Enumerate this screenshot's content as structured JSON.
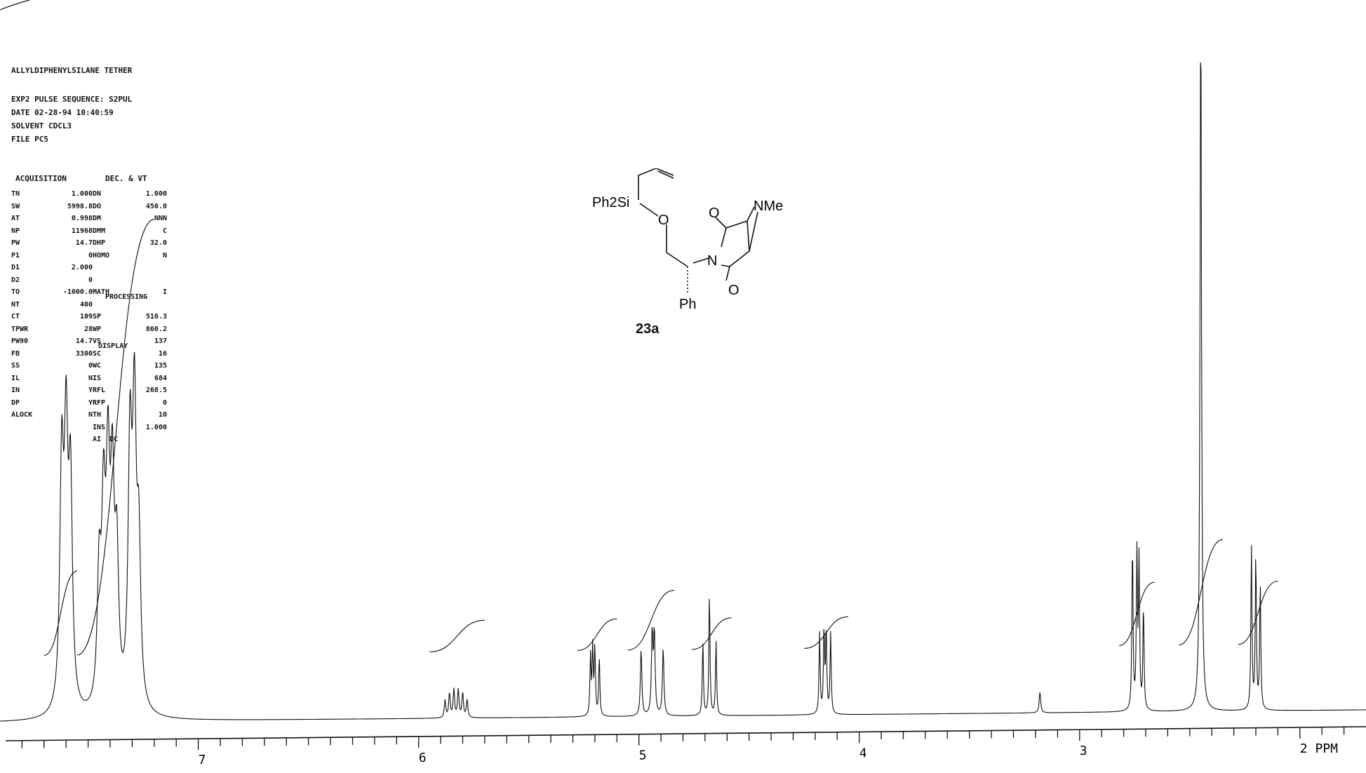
{
  "header": {
    "title": "ALLYLDIPHENYLSILANE TETHER",
    "exp_line": "EXP2  PULSE SEQUENCE: S2PUL",
    "date_line": "DATE  02-28-94    10:40:59",
    "solvent_line": "SOLVENT  CDCL3",
    "file_line": "FILE     PC5"
  },
  "params": {
    "acq_title": "ACQUISITION",
    "dec_title": "DEC. & VT",
    "processing_title": "PROCESSING",
    "display_title": "DISPLAY",
    "left_labels": [
      "TN",
      "SW",
      "AT",
      "NP",
      "PW",
      "P1",
      "D1",
      "D2",
      "TO",
      "NT",
      "CT",
      "TPWR",
      "PW90",
      "FB",
      "SS",
      "IL",
      "IN",
      "DP",
      "ALOCK"
    ],
    "left_values": [
      "1.000",
      "5998.8",
      "0.998",
      "11968",
      "14.7",
      "0",
      "2.000",
      "0",
      "-1000.0",
      "400",
      "109",
      "28",
      "14.7",
      "3300",
      "0",
      "N",
      "Y",
      "Y",
      "N"
    ],
    "right_labels": [
      "DN",
      "DO",
      "DM",
      "DMM",
      "DHP",
      "HOMO",
      "",
      "",
      "MATH",
      "",
      "SP",
      "WP",
      "VS",
      "SC",
      "WC",
      "IS",
      "RFL",
      "RFP",
      "TH",
      "INS",
      "AI  DC"
    ],
    "right_values": [
      "1.000",
      "450.0",
      "NNN",
      "C",
      "32.0",
      "N",
      "",
      "",
      "I",
      "",
      "516.3",
      "860.2",
      "137",
      "16",
      "135",
      "684",
      "268.5",
      "0",
      "10",
      "1.000",
      ""
    ]
  },
  "structure": {
    "ph2si": "Ph2Si",
    "o": "O",
    "nme": "NMe",
    "n": "N",
    "ph": "Ph",
    "o_top": "O",
    "o_bottom": "O",
    "label": "23a"
  },
  "chart_data": {
    "type": "line",
    "title": "",
    "xlabel": "PPM",
    "ylabel": "",
    "x_reversed": true,
    "xlim": [
      7.9,
      1.7
    ],
    "ticks": [
      7,
      6,
      5,
      4,
      3,
      2
    ],
    "tick_labels": [
      "7",
      "6",
      "5",
      "4",
      "3",
      "2 PPM"
    ],
    "peaks": [
      {
        "ppm": 7.62,
        "height": 0.34,
        "width": 0.01
      },
      {
        "ppm": 7.6,
        "height": 0.36,
        "width": 0.01
      },
      {
        "ppm": 7.58,
        "height": 0.31,
        "width": 0.01
      },
      {
        "ppm": 7.45,
        "height": 0.18,
        "width": 0.01
      },
      {
        "ppm": 7.43,
        "height": 0.26,
        "width": 0.01
      },
      {
        "ppm": 7.41,
        "height": 0.31,
        "width": 0.01
      },
      {
        "ppm": 7.39,
        "height": 0.29,
        "width": 0.01
      },
      {
        "ppm": 7.37,
        "height": 0.2,
        "width": 0.01
      },
      {
        "ppm": 7.31,
        "height": 0.36,
        "width": 0.01
      },
      {
        "ppm": 7.29,
        "height": 0.4,
        "width": 0.01
      },
      {
        "ppm": 7.27,
        "height": 0.22,
        "width": 0.01
      },
      {
        "ppm": 5.88,
        "height": 0.025,
        "width": 0.004
      },
      {
        "ppm": 5.86,
        "height": 0.035,
        "width": 0.004
      },
      {
        "ppm": 5.84,
        "height": 0.04,
        "width": 0.004
      },
      {
        "ppm": 5.82,
        "height": 0.04,
        "width": 0.004
      },
      {
        "ppm": 5.8,
        "height": 0.035,
        "width": 0.004
      },
      {
        "ppm": 5.78,
        "height": 0.025,
        "width": 0.004
      },
      {
        "ppm": 5.22,
        "height": 0.085,
        "width": 0.003
      },
      {
        "ppm": 5.21,
        "height": 0.095,
        "width": 0.003
      },
      {
        "ppm": 5.2,
        "height": 0.095,
        "width": 0.003
      },
      {
        "ppm": 5.18,
        "height": 0.085,
        "width": 0.003
      },
      {
        "ppm": 4.99,
        "height": 0.095,
        "width": 0.004
      },
      {
        "ppm": 4.94,
        "height": 0.115,
        "width": 0.004
      },
      {
        "ppm": 4.93,
        "height": 0.115,
        "width": 0.004
      },
      {
        "ppm": 4.89,
        "height": 0.095,
        "width": 0.004
      },
      {
        "ppm": 4.71,
        "height": 0.105,
        "width": 0.003
      },
      {
        "ppm": 4.68,
        "height": 0.175,
        "width": 0.003
      },
      {
        "ppm": 4.65,
        "height": 0.105,
        "width": 0.003
      },
      {
        "ppm": 4.18,
        "height": 0.115,
        "width": 0.003
      },
      {
        "ppm": 4.16,
        "height": 0.12,
        "width": 0.003
      },
      {
        "ppm": 4.15,
        "height": 0.12,
        "width": 0.003
      },
      {
        "ppm": 4.13,
        "height": 0.115,
        "width": 0.003
      },
      {
        "ppm": 3.18,
        "height": 0.03,
        "width": 0.004
      },
      {
        "ppm": 2.76,
        "height": 0.24,
        "width": 0.003
      },
      {
        "ppm": 2.74,
        "height": 0.22,
        "width": 0.003
      },
      {
        "ppm": 2.73,
        "height": 0.21,
        "width": 0.003
      },
      {
        "ppm": 2.71,
        "height": 0.15,
        "width": 0.003
      },
      {
        "ppm": 2.45,
        "height": 1.0,
        "width": 0.004
      },
      {
        "ppm": 2.22,
        "height": 0.23,
        "width": 0.003
      },
      {
        "ppm": 2.2,
        "height": 0.22,
        "width": 0.003
      },
      {
        "ppm": 2.18,
        "height": 0.18,
        "width": 0.003
      }
    ],
    "integrals": [
      {
        "from": 7.7,
        "to": 7.55,
        "rise": 0.12
      },
      {
        "from": 7.55,
        "to": 7.2,
        "rise": 0.62
      },
      {
        "from": 5.95,
        "to": 5.7,
        "rise": 0.045
      },
      {
        "from": 5.28,
        "to": 5.1,
        "rise": 0.045
      },
      {
        "from": 5.05,
        "to": 4.84,
        "rise": 0.085
      },
      {
        "from": 4.76,
        "to": 4.58,
        "rise": 0.045
      },
      {
        "from": 4.25,
        "to": 4.05,
        "rise": 0.045
      },
      {
        "from": 2.82,
        "to": 2.66,
        "rise": 0.09
      },
      {
        "from": 2.55,
        "to": 2.35,
        "rise": 0.15
      },
      {
        "from": 2.28,
        "to": 2.1,
        "rise": 0.09
      }
    ]
  }
}
